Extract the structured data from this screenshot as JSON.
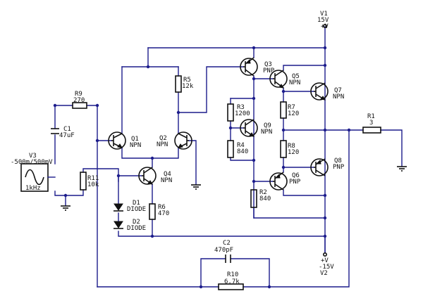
{
  "components": {
    "V1": {
      "name": "V1",
      "value": "15V",
      "pin": "+V"
    },
    "V2": {
      "name": "V2",
      "value": "-15V",
      "pin": "+V"
    },
    "V3": {
      "name": "V3",
      "value": "-500m/500mV",
      "freq": "1kHz"
    },
    "R9": {
      "name": "R9",
      "value": "270"
    },
    "C1": {
      "name": "C1",
      "value": "47uF"
    },
    "R11": {
      "name": "R11",
      "value": "10k"
    },
    "R5": {
      "name": "R5",
      "value": "12k"
    },
    "R6": {
      "name": "R6",
      "value": "470"
    },
    "R3": {
      "name": "R3",
      "value": "1200"
    },
    "R4": {
      "name": "R4",
      "value": "840"
    },
    "R2": {
      "name": "R2",
      "value": "840"
    },
    "R7": {
      "name": "R7",
      "value": "120"
    },
    "R8": {
      "name": "R8",
      "value": "120"
    },
    "R1": {
      "name": "R1",
      "value": "3"
    },
    "R10": {
      "name": "R10",
      "value": "6.7k"
    },
    "C2": {
      "name": "C2",
      "value": "470pF"
    },
    "D1": {
      "name": "D1",
      "value": "DIODE"
    },
    "D2": {
      "name": "D2",
      "value": "DIODE"
    },
    "Q1": {
      "name": "Q1",
      "type": "NPN"
    },
    "Q2": {
      "name": "Q2",
      "type": "NPN"
    },
    "Q3": {
      "name": "Q3",
      "type": "PNP"
    },
    "Q4": {
      "name": "Q4",
      "type": "NPN"
    },
    "Q5": {
      "name": "Q5",
      "type": "NPN"
    },
    "Q6": {
      "name": "Q6",
      "type": "PNP"
    },
    "Q7": {
      "name": "Q7",
      "type": "NPN"
    },
    "Q8": {
      "name": "Q8",
      "type": "PNP"
    },
    "Q9": {
      "name": "Q9",
      "type": "NPN"
    }
  },
  "colors": {
    "wire": "#1c1c8c",
    "component": "#111111",
    "background": "#ffffff"
  }
}
